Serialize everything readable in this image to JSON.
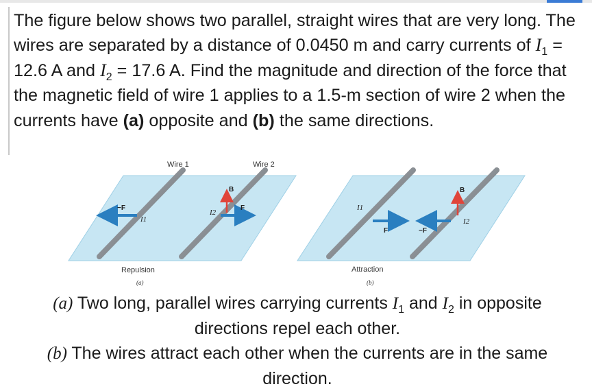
{
  "problem": {
    "intro": "The figure below shows two parallel, straight wires that are very long. The wires are separated by a distance of 0.0450 m and carry currents of ",
    "i1_sym": "I",
    "i1_sub": "1",
    "i1_val": " = 12.6 A and ",
    "i2_sym": "I",
    "i2_sub": "2",
    "i2_val": " = 17.6 A. Find the magnitude and direction of the force that the magnetic field of wire 1 applies to a 1.5-m section of wire 2 when the currents have ",
    "a_label": "(a)",
    "a_text": " opposite and ",
    "b_label": "(b)",
    "b_text": " the same directions."
  },
  "figure": {
    "wire1_label": "Wire 1",
    "wire2_label": "Wire 2",
    "panel_a": {
      "name": "Repulsion",
      "tag": "(a)",
      "force_left": "−F",
      "force_right": "F",
      "field": "B",
      "current1": "I1",
      "current2": "I2"
    },
    "panel_b": {
      "name": "Attraction",
      "tag": "(b)",
      "force_left": "F",
      "force_right": "−F",
      "field": "B",
      "current1": "I1",
      "current2": "I2"
    }
  },
  "caption": {
    "line1_a": "(a)",
    "line1": " Two long, parallel wires carrying currents ",
    "c_i1": "I",
    "c_i1_sub": "1",
    "c_and": " and ",
    "c_i2": "I",
    "c_i2_sub": "2",
    "line1_end": " in opposite directions repel each other.",
    "line2_b": "(b)",
    "line2": " The wires attract each other when the currents are in the same direction."
  },
  "colors": {
    "plane": "#c7e6f3",
    "plane_edge": "#9fd0e6",
    "wire": "#8a8f94",
    "force_arrow": "#2a7fc0",
    "field_arrow": "#e0453a"
  }
}
